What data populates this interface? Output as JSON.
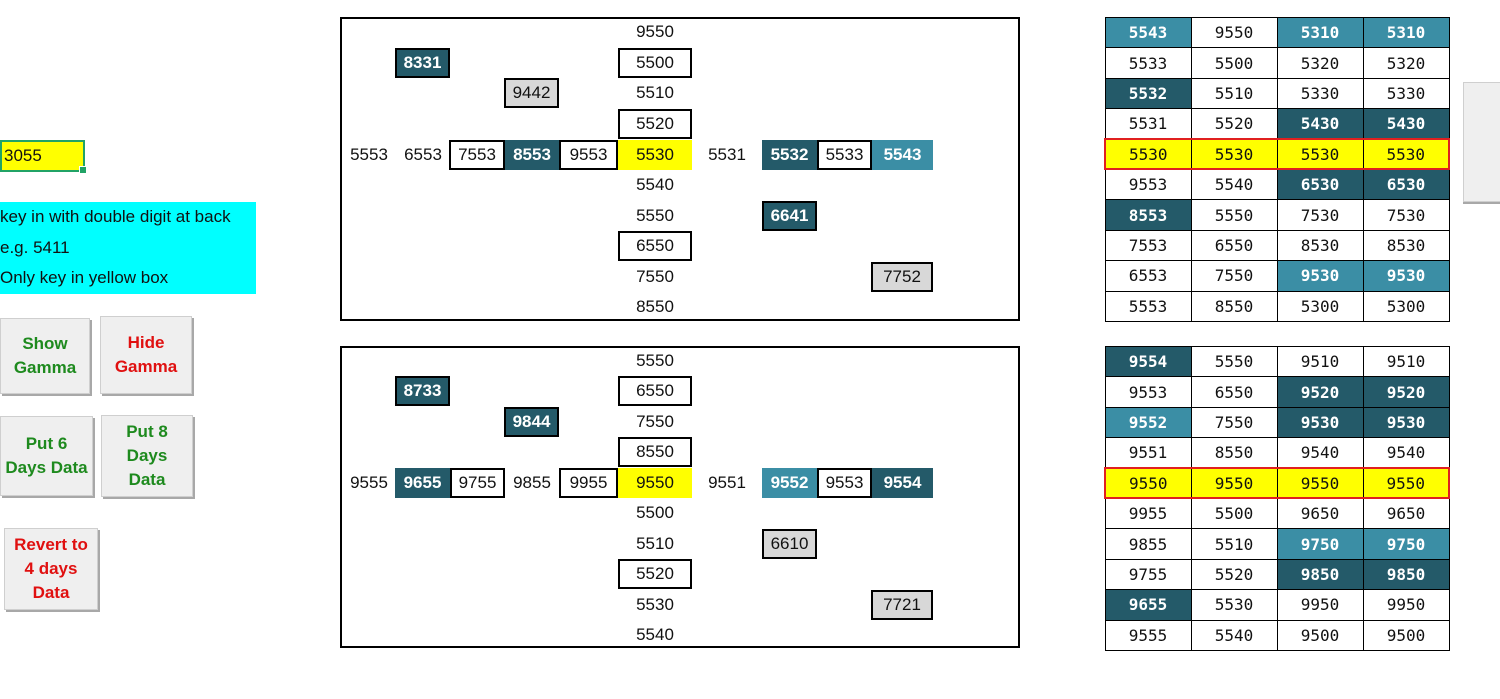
{
  "input": {
    "value": "3055"
  },
  "note": {
    "lines": [
      "key in with double digit at back",
      "e.g. 5411",
      "Only key in yellow box"
    ]
  },
  "buttons": {
    "show_gamma": "Show\nGamma",
    "hide_gamma": "Hide\nGamma",
    "put6": "Put 6\nDays Data",
    "put8": "Put 8\nDays\nData",
    "revert4": "Revert to\n4 days\nData"
  },
  "grid1": {
    "vertical": [
      "9550",
      "5500",
      "5510",
      "5520",
      "5530",
      "5540",
      "5550",
      "6550",
      "7550",
      "8550"
    ],
    "horizontal": [
      "5553",
      "6553",
      "7553",
      "8553",
      "9553",
      "5530",
      "5531",
      "5532",
      "5533",
      "5543"
    ],
    "extras": [
      "8331",
      "9442",
      "6641",
      "7752"
    ]
  },
  "grid2": {
    "vertical": [
      "5550",
      "6550",
      "7550",
      "8550",
      "9550",
      "5500",
      "5510",
      "5520",
      "5530",
      "5540"
    ],
    "horizontal": [
      "9555",
      "9655",
      "9755",
      "9855",
      "9955",
      "9550",
      "9551",
      "9552",
      "9553",
      "9554"
    ],
    "extras": [
      "8733",
      "9844",
      "6610",
      "7721"
    ]
  },
  "table1": [
    [
      "5543",
      "9550",
      "5310",
      "5310"
    ],
    [
      "5533",
      "5500",
      "5320",
      "5320"
    ],
    [
      "5532",
      "5510",
      "5330",
      "5330"
    ],
    [
      "5531",
      "5520",
      "5430",
      "5430"
    ],
    [
      "5530",
      "5530",
      "5530",
      "5530"
    ],
    [
      "9553",
      "5540",
      "6530",
      "6530"
    ],
    [
      "8553",
      "5550",
      "7530",
      "7530"
    ],
    [
      "7553",
      "6550",
      "8530",
      "8530"
    ],
    [
      "6553",
      "7550",
      "9530",
      "9530"
    ],
    [
      "5553",
      "8550",
      "5300",
      "5300"
    ]
  ],
  "table2": [
    [
      "9554",
      "5550",
      "9510",
      "9510"
    ],
    [
      "9553",
      "6550",
      "9520",
      "9520"
    ],
    [
      "9552",
      "7550",
      "9530",
      "9530"
    ],
    [
      "9551",
      "8550",
      "9540",
      "9540"
    ],
    [
      "9550",
      "9550",
      "9550",
      "9550"
    ],
    [
      "9955",
      "5500",
      "9650",
      "9650"
    ],
    [
      "9855",
      "5510",
      "9750",
      "9750"
    ],
    [
      "9755",
      "5520",
      "9850",
      "9850"
    ],
    [
      "9655",
      "5530",
      "9950",
      "9950"
    ],
    [
      "9555",
      "5540",
      "9500",
      "9500"
    ]
  ]
}
